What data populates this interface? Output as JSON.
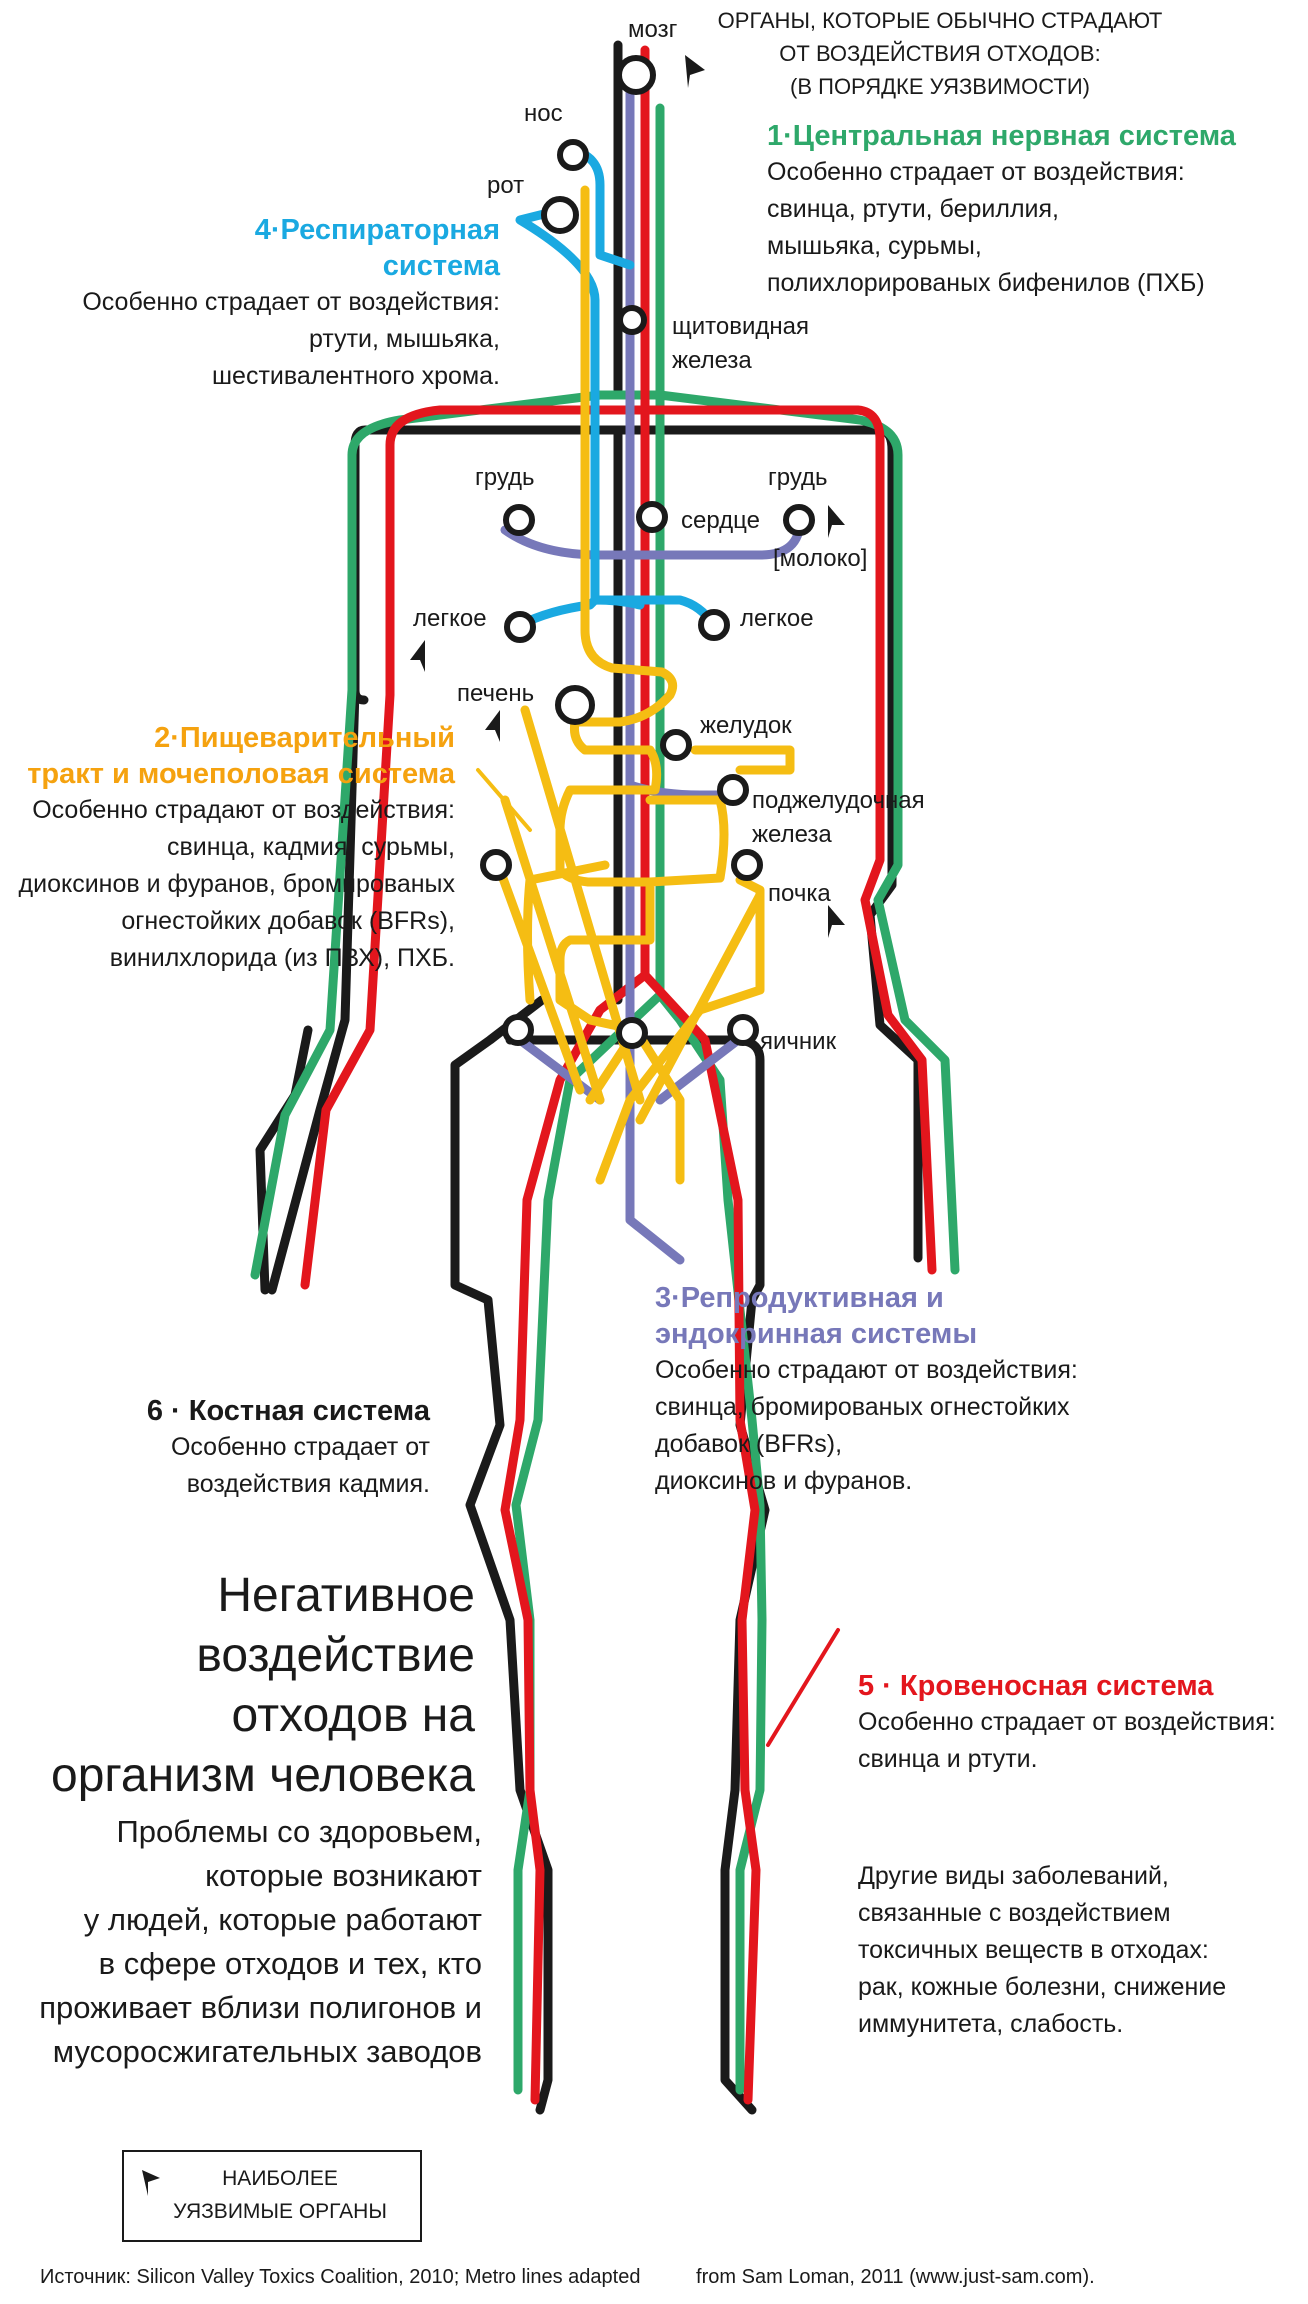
{
  "header": {
    "lines": [
      "ОРГАНЫ, КОТОРЫЕ ОБЫЧНО СТРАДАЮТ",
      "ОТ ВОЗДЕЙСТВИЯ ОТХОДОВ:",
      "(В ПОРЯДКЕ УЯЗВИМОСТИ)"
    ]
  },
  "colors": {
    "green": "#2ea86a",
    "red": "#e3161d",
    "orange": "#f5bd13",
    "blue": "#1aa9e1",
    "purple": "#7778b9",
    "black": "#1a1a1a"
  },
  "organs": {
    "brain": "мозг",
    "nose": "нос",
    "mouth": "рот",
    "thyroid": "щитовидная железа",
    "breast_left": "грудь",
    "breast_right": "грудь",
    "heart": "сердце",
    "milk": "[молоко]",
    "lung_left": "легкое",
    "lung_right": "легкое",
    "liver": "печень",
    "stomach": "желудок",
    "pancreas": "поджелудочная железа",
    "kidney": "почка",
    "ovary": "яичник"
  },
  "systems": {
    "nervous": {
      "title": "1·Центральная нервная система",
      "lines": [
        "Особенно страдает от воздействия:",
        "свинца, ртути, бериллия,",
        "мышьяка, сурьмы,",
        "полихлорированых бифенилов (ПХБ)"
      ]
    },
    "respiratory": {
      "title_lines": [
        "4·Респираторная",
        "система"
      ],
      "lines": [
        "Особенно страдает от воздействия:",
        "ртути, мышьяка,",
        "шестивалентного хрома."
      ]
    },
    "digestive": {
      "title_lines": [
        "2·Пищеварительный",
        "тракт и мочеполовая система"
      ],
      "lines": [
        "Особенно страдают от воздействия:",
        "свинца, кадмия, сурьмы,",
        "диоксинов и фуранов, бромированых",
        "огнестойких добавок (BFRs),",
        "винилхлорида (из ПВХ), ПХБ."
      ]
    },
    "reproductive": {
      "title_lines": [
        "3·Репродуктивная и",
        "эндокринная системы"
      ],
      "lines": [
        "Особенно страдают от воздействия:",
        "свинца, бромированых огнестойких",
        "добавок (BFRs),",
        "диоксинов и фуранов."
      ]
    },
    "skeletal": {
      "title": "6 · Костная система",
      "lines": [
        "Особенно страдает от",
        "воздействия кадмия."
      ]
    },
    "circulatory": {
      "title": "5 · Кровеносная система",
      "lines": [
        "Особенно страдает от воздействия:",
        "свинца и ртути."
      ]
    }
  },
  "other_diseases": [
    "Другие виды заболеваний,",
    "связанные с воздействием",
    "токсичных веществ в отходах:",
    "рак, кожные болезни, снижение",
    "иммунитета, слабость."
  ],
  "main_title": [
    "Негативное",
    "воздействие",
    "отходов на",
    "организм человека"
  ],
  "subtitle": [
    "Проблемы со здоровьем,",
    "которые возникают",
    "у людей, которые работают",
    "в сфере отходов и тех, кто",
    "проживает вблизи полигонов и",
    "мусоросжигательных заводов"
  ],
  "legend": {
    "label_lines": [
      "НАИБОЛЕЕ",
      "УЯЗВИМЫЕ ОРГАНЫ"
    ]
  },
  "source": "Источник: Silicon Valley Toxics Coalition, 2010; Metro lines adapted          from Sam Loman, 2011 (www.just-sam.com)."
}
